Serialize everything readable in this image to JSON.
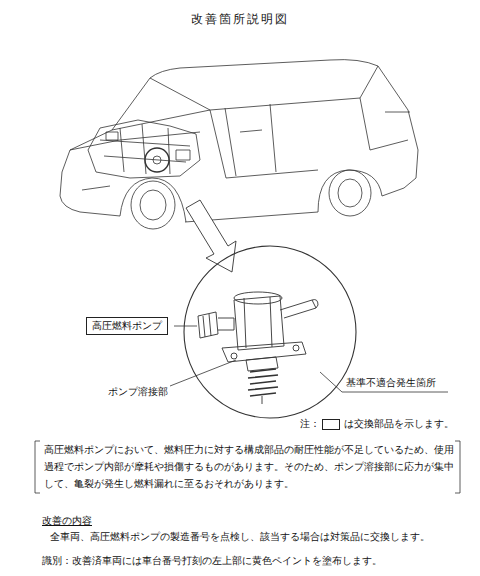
{
  "diagram": {
    "title": "改善箇所説明図",
    "nodes": [
      {
        "text": [
          "高圧燃料ポンプ"
        ]
      }
    ],
    "labels": [
      "ポンプ溶接部",
      "基準不適合発生箇所",
      "注：",
      "高圧燃料ポンプにおいて、燃料圧力に対する構成部品の耐圧性能が不足しているため、使用過程でポンプ内部が摩耗や損傷するものがあります。そのため、ポンプ溶接部に応力が集中して、亀裂が発生し燃料漏れに至るおそれがあります。",
      "改善の内容",
      "全車両、高圧燃料ポンプの製造番号を点検し、該当する場合は対策品に交換します。",
      "識別：改善済車両には車台番号打刻の左上部に黄色ペイントを塗布します。"
    ],
    "legend": [
      {
        "text": "は交換部品を示します。"
      }
    ]
  }
}
